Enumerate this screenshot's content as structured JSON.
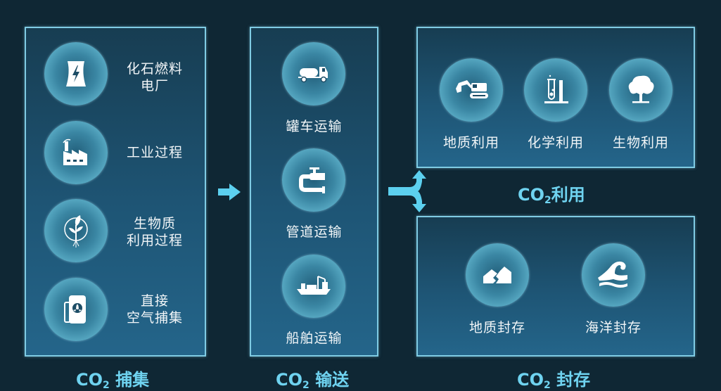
{
  "capture": {
    "title_prefix": "CO",
    "title_sub": "2",
    "title_suffix": "捕集",
    "items": [
      {
        "label_line1": "化石燃料",
        "label_line2": "电厂",
        "icon": "power-plant-icon"
      },
      {
        "label_line1": "工业过程",
        "label_line2": "",
        "icon": "factory-icon"
      },
      {
        "label_line1": "生物质",
        "label_line2": "利用过程",
        "icon": "plant-sprout-icon"
      },
      {
        "label_line1": "直接",
        "label_line2": "空气捕集",
        "icon": "air-capture-unit-icon"
      }
    ]
  },
  "transport": {
    "title_prefix": "CO",
    "title_sub": "2",
    "title_suffix": "输送",
    "items": [
      {
        "label": "罐车运输",
        "icon": "tanker-truck-icon"
      },
      {
        "label": "管道运输",
        "icon": "pipeline-icon"
      },
      {
        "label": "船舶运输",
        "icon": "cargo-ship-icon"
      }
    ]
  },
  "utilization": {
    "title_prefix": "CO",
    "title_sub": "2",
    "title_suffix": "利用",
    "items": [
      {
        "label": "地质利用",
        "icon": "excavator-icon"
      },
      {
        "label": "化学利用",
        "icon": "test-tube-icon"
      },
      {
        "label": "生物利用",
        "icon": "tree-icon"
      }
    ]
  },
  "storage": {
    "title_prefix": "CO",
    "title_sub": "2",
    "title_suffix": "封存",
    "items": [
      {
        "label": "地质封存",
        "icon": "rock-layers-icon"
      },
      {
        "label": "海洋封存",
        "icon": "ocean-wave-icon"
      }
    ]
  },
  "colors": {
    "background": "#0f2734",
    "panel_border": "#7fcbe3",
    "accent": "#6fd3f0",
    "text": "#f2f6f8"
  }
}
